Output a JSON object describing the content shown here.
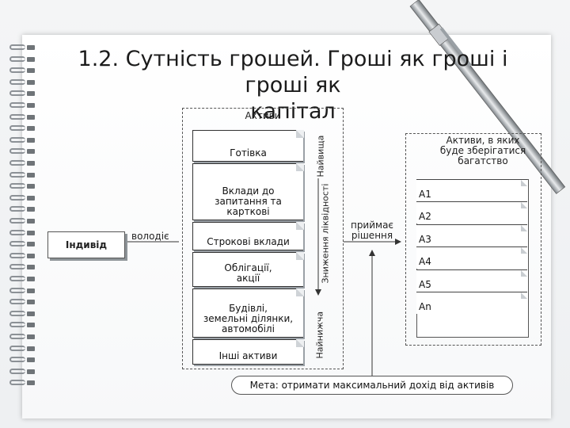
{
  "slide": {
    "title_line1": "1.2. Сутність грошей. Гроші як гроші і гроші як",
    "title_line2": "капітал"
  },
  "diagram": {
    "assets_header": "Активи",
    "individual": "Індивід",
    "owns_label": "володіє",
    "assets": [
      "Готівка",
      "Вклади до запитання та картковi",
      "Строкові вклади",
      "Облігації, акції",
      "Будівлі, земельні ділянки, автомобілі",
      "Інші активи"
    ],
    "asset_lines": [
      [
        "Готівка"
      ],
      [
        "Вклади до",
        "запитання та",
        "картковi"
      ],
      [
        "Строкові вклади"
      ],
      [
        "Облігації,",
        "акції"
      ],
      [
        "Будівлі,",
        "земельні ділянки,",
        "автомобілі"
      ],
      [
        "Інші активи"
      ]
    ],
    "highest_label": "Найвища",
    "decreasing_liquidity_label": "Зниження ліквідності",
    "lowest_label": "Найнижча",
    "decision_line1": "приймає",
    "decision_line2": "рішення",
    "storage_line1": "Активи, в яких",
    "storage_line2": "буде зберігатися",
    "storage_line3": "багатство",
    "storage_items": [
      "А1",
      "А2",
      "А3",
      "А4",
      "А5",
      "Аn"
    ],
    "goal": "Мета: отримати максимальний дохід від активів"
  },
  "colors": {
    "paper": "#ffffff",
    "background": "#eef0f2",
    "ink": "#222222"
  }
}
